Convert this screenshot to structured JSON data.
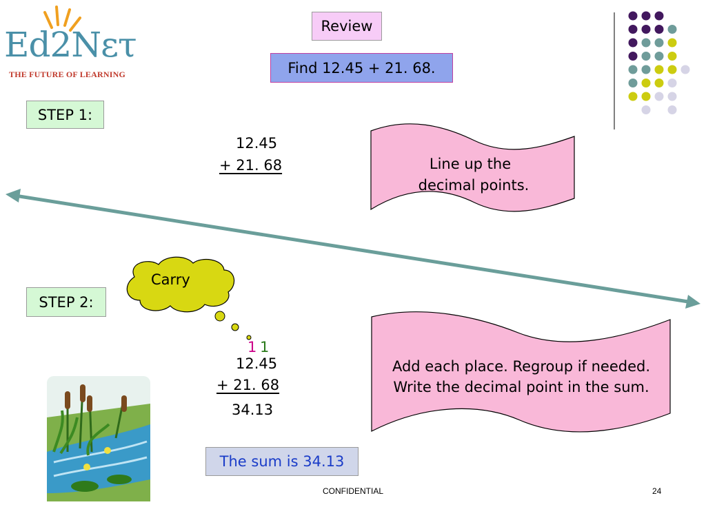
{
  "logo": {
    "brand": "Ed2Nετ",
    "tagline": "THE FUTURE OF LEARNING"
  },
  "header": {
    "review_label": "Review",
    "problem": "Find 12.45 + 21. 68."
  },
  "step1": {
    "label": "STEP 1:",
    "addend1": "12.45",
    "addend2": "+ 21. 68",
    "note_line1": "Line up the",
    "note_line2": "decimal points."
  },
  "step2": {
    "label": "STEP 2:",
    "carry_label": "Carry",
    "carry_digit_1": "1",
    "carry_digit_2": "1",
    "addend1": "12.45",
    "addend2": "+ 21. 68",
    "sum": "34.13",
    "note_line1": "Add each place. Regroup if needed.",
    "note_line2": "Write the decimal point in the sum."
  },
  "result": "The sum is 34.13",
  "footer": {
    "confidential": "CONFIDENTIAL",
    "page": "24"
  },
  "colors": {
    "purple": "#42185e",
    "teal": "#6f9c9a",
    "olive": "#cccc10",
    "lavender": "#d6d4e6",
    "note_pink": "#f9b8d8",
    "arrow": "#6a9e9a",
    "cloud": "#d8d812",
    "carry_magenta": "#cc0088",
    "carry_green": "#2a7a1a"
  }
}
